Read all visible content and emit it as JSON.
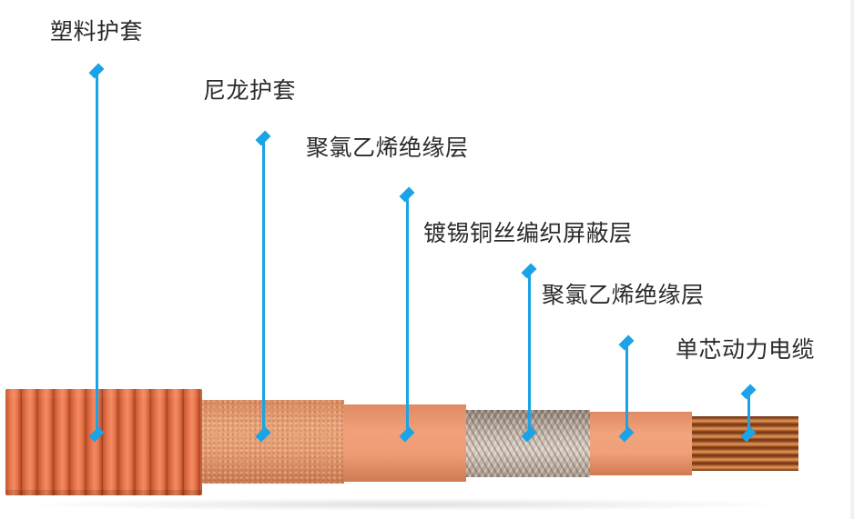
{
  "diagram": {
    "title": "",
    "subject": "Shielded single-core power cable cross-section (layers from outside to inside)",
    "colors": {
      "background": "#ffffff",
      "leader_line": "#1aa3e6",
      "label_text": "#2b2b2b",
      "plastic_sheath": "#e8744a",
      "nylon_sheath": "#e7a075",
      "pvc_insulation": "#f0a07a",
      "braided_shield": "#c9bdb2",
      "copper_core": "#b8652e"
    },
    "layers": [
      {
        "label": "塑料护套",
        "meaning": "Plastic sheath (corrugated)"
      },
      {
        "label": "尼龙护套",
        "meaning": "Nylon sheath"
      },
      {
        "label": "聚氯乙烯绝缘层",
        "meaning": "PVC insulation layer"
      },
      {
        "label": "镀锡铜丝编织屏蔽层",
        "meaning": "Tinned copper wire braided shield"
      },
      {
        "label": "聚氯乙烯绝缘层",
        "meaning": "PVC insulation layer"
      },
      {
        "label": "单芯动力电缆",
        "meaning": "Single-core power cable (copper conductor)"
      }
    ]
  }
}
